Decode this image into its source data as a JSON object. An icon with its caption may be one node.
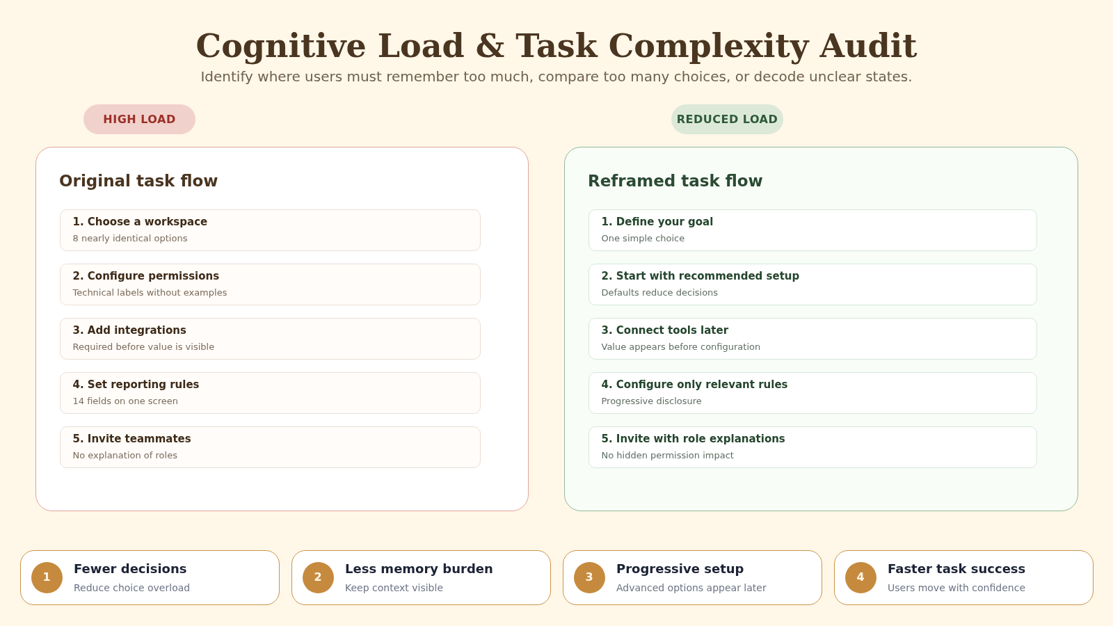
{
  "diagram": {
    "title": "Cognitive Load & Task Complexity Audit",
    "nodes": [
      {
        "text": [
          "HIGH LOAD"
        ]
      },
      {
        "text": [
          "REDUCED LOAD"
        ]
      },
      {
        "text": [
          "Original task flow"
        ]
      },
      {
        "text": [
          "1. Choose a workspace",
          "8 nearly identical options"
        ],
        "in": 2
      },
      {
        "text": [
          "2. Configure permissions",
          "Technical labels without examples"
        ],
        "in": 2
      },
      {
        "text": [
          "3. Add integrations",
          "Required before value is visible"
        ],
        "in": 2
      },
      {
        "text": [
          "4. Set reporting rules",
          "14 fields on one screen"
        ],
        "in": 2
      },
      {
        "text": [
          "5. Invite teammates",
          "No explanation of roles"
        ],
        "in": 2
      },
      {
        "text": [
          "Reframed task flow"
        ]
      },
      {
        "text": [
          "1. Define your goal",
          "One simple choice"
        ],
        "in": 8
      },
      {
        "text": [
          "2. Start with recommended setup",
          "Defaults reduce decisions"
        ],
        "in": 8
      },
      {
        "text": [
          "3. Connect tools later",
          "Value appears before configuration"
        ],
        "in": 8
      },
      {
        "text": [
          "4. Configure only relevant rules",
          "Progressive disclosure"
        ],
        "in": 8
      },
      {
        "text": [
          "5. Invite with role explanations",
          "No hidden permission impact"
        ],
        "in": 8
      },
      {
        "text": [
          "Fewer decisions",
          "Reduce choice overload"
        ]
      },
      {
        "text": [
          "1"
        ],
        "in": 14
      },
      {
        "text": [
          "Less memory burden",
          "Keep context visible"
        ]
      },
      {
        "text": [
          "2"
        ],
        "in": 16
      },
      {
        "text": [
          "Progressive setup",
          "Advanced options appear later"
        ]
      },
      {
        "text": [
          "3"
        ],
        "in": 18
      },
      {
        "text": [
          "Faster task success",
          "Users move with confidence"
        ]
      },
      {
        "text": [
          "4"
        ],
        "in": 20
      }
    ],
    "labels": [
      "Identify where users must remember too much, compare too many choices, or decode unclear states."
    ]
  }
}
